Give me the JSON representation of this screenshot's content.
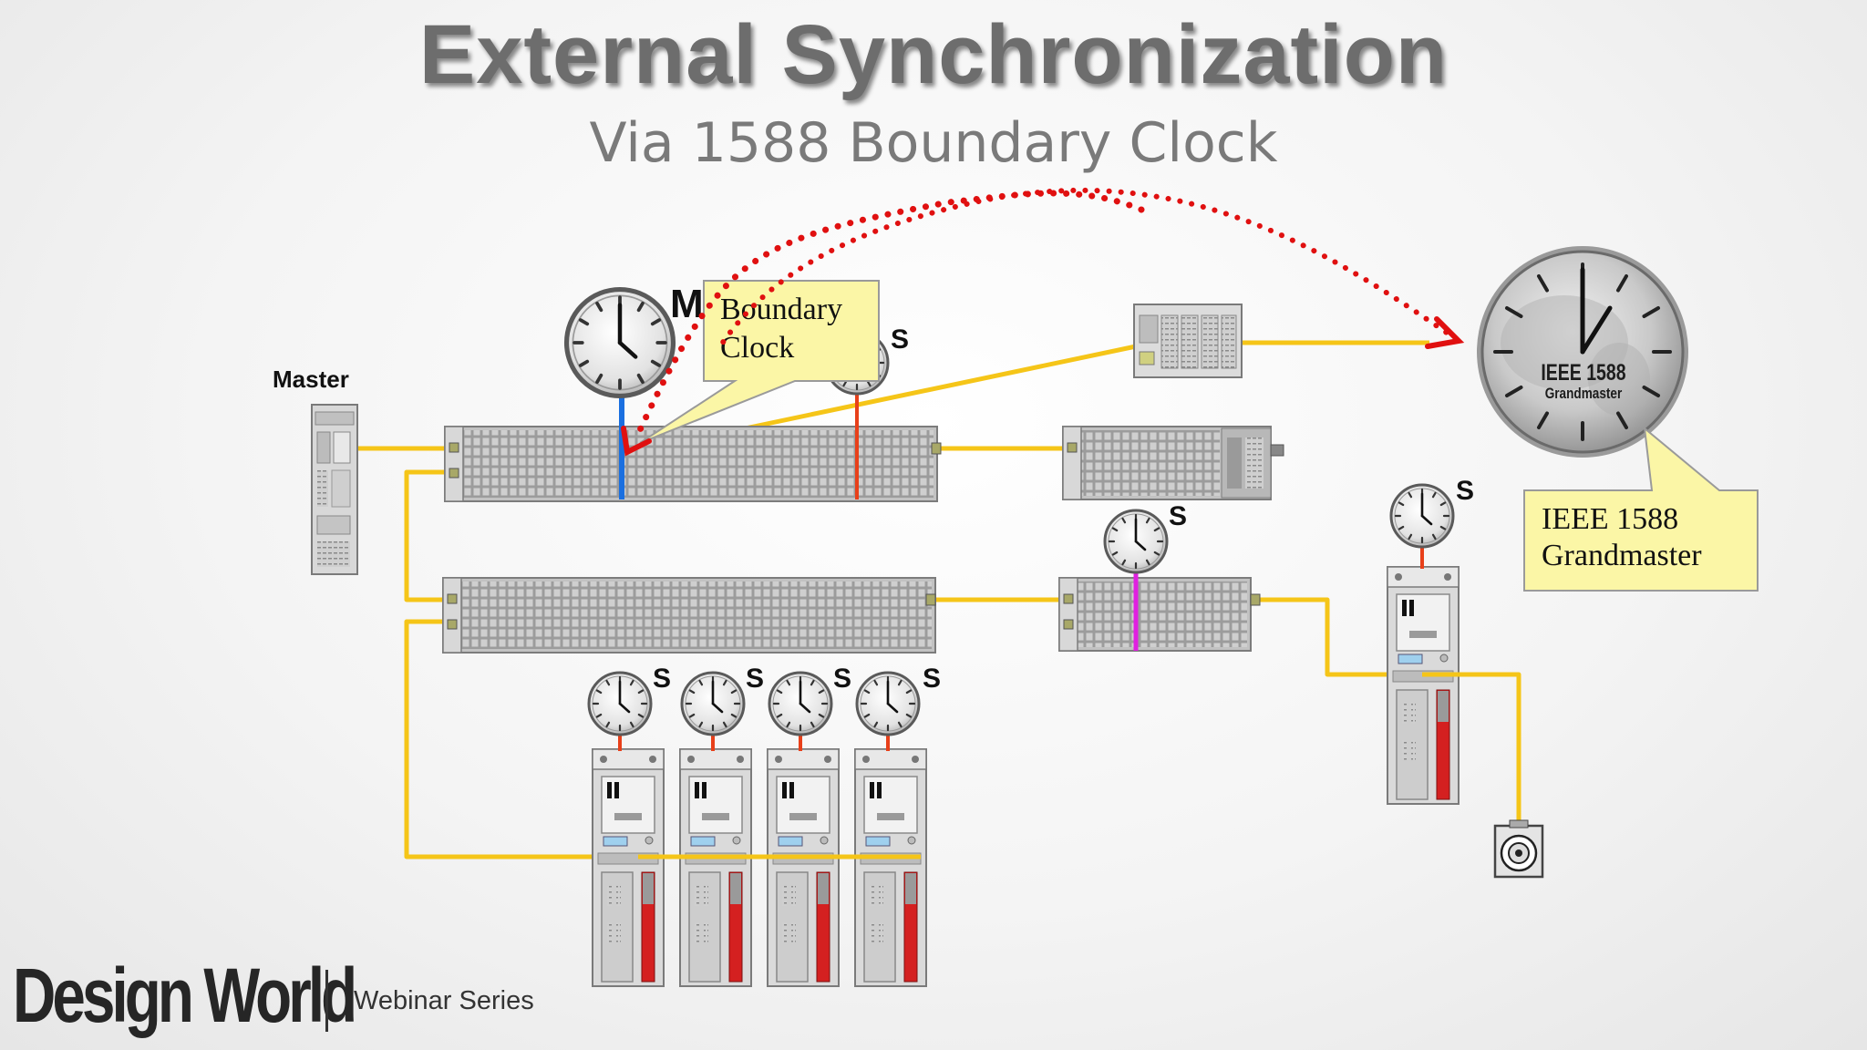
{
  "title": "External Synchronization",
  "subtitle": "Via 1588 Boundary Clock",
  "labels": {
    "master": "Master",
    "m_marker": "M",
    "s_marker": "S",
    "boundary_clock_line1": "Boundary",
    "boundary_clock_line2": "Clock",
    "grandmaster_callout_line1": "IEEE 1588",
    "grandmaster_callout_line2": "Grandmaster",
    "grandmaster_face_line1": "IEEE 1588",
    "grandmaster_face_line2": "Grandmaster"
  },
  "footer": {
    "brand": "Design World",
    "series": "Webinar Series"
  },
  "colors": {
    "network_link": "#f5c518",
    "sync_arrow": "#e01010",
    "master_sync": "#1a6fe0",
    "slave_sync": "#e8401a",
    "slave_sync_alt": "#e020e0",
    "callout_fill": "#fbf6a6"
  }
}
